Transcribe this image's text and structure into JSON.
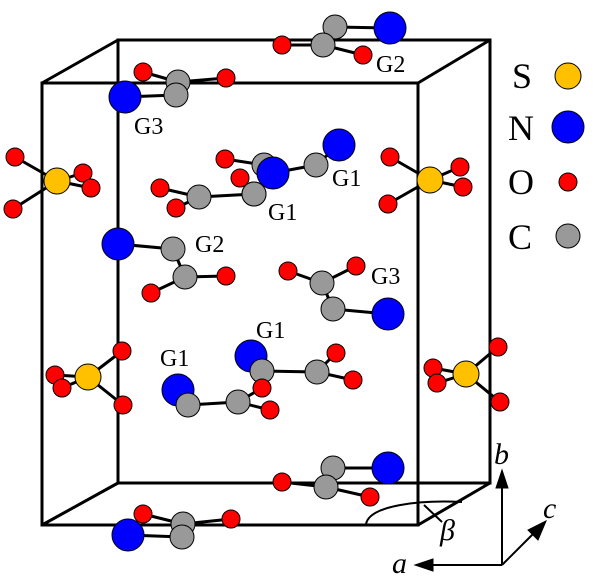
{
  "legend": [
    {
      "symbol": "S",
      "color": "#FFC000",
      "size": "large"
    },
    {
      "symbol": "N",
      "color": "#0000FF",
      "size": "large"
    },
    {
      "symbol": "O",
      "color": "#FF0000",
      "size": "small"
    },
    {
      "symbol": "C",
      "color": "#999999",
      "size": "medium"
    }
  ],
  "group_labels": [
    "G2",
    "G3",
    "G1",
    "G1",
    "G2",
    "G3",
    "G1",
    "G1"
  ],
  "axes": {
    "a": "a",
    "b": "b",
    "c": "c",
    "angle": "β"
  }
}
